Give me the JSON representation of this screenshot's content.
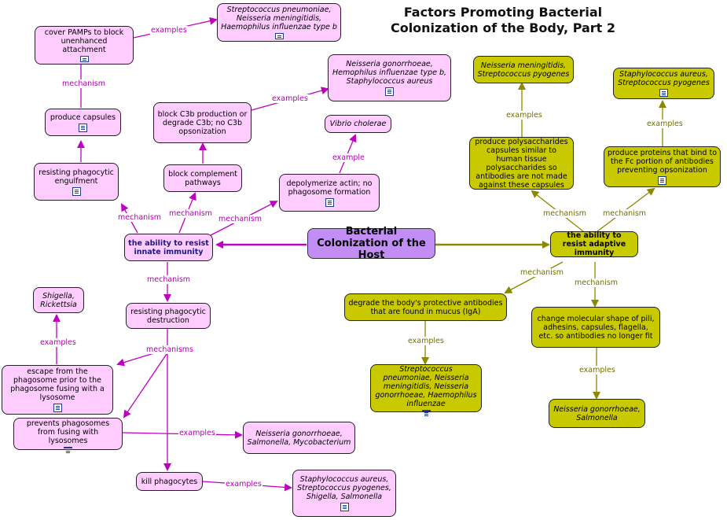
{
  "title": "Factors Promoting Bacterial Colonization of the Body, Part 2",
  "colors": {
    "pink_node": "#ffccff",
    "olive_node": "#c9c900",
    "central_node": "#c28ef5",
    "pink_link": "#c000c0",
    "olive_link": "#8a8a00"
  },
  "nodes": {
    "central": "Bacterial Colonization of the Host",
    "innate": "the ability to resist innate immunity",
    "adaptive": "the ability to resist adaptive immunity",
    "cover_pamps": "cover PAMPs to block unenhanced attachment",
    "strep_neis_haem": "Streptococcus pneumoniae, Neisseria meningitidis, Haemophilus influenzae type b",
    "produce_capsules": "produce capsules",
    "resist_engulf": "resisting phagocytic engulfment",
    "block_c3b": "block C3b production or degrade C3b; no C3b opsonization",
    "neis_gon_hemo": "Neisseria gonorrhoeae, Hemophilus influenzae type b, Staphylococcus aureus",
    "block_complement": "block complement pathways",
    "vibrio": "Vibrio cholerae",
    "depolymerize": "depolymerize actin; no phagosome formation",
    "resist_destruction": "resisting phagocytic destruction",
    "shigella_rick": "Shigella, Rickettsia",
    "escape_phago": "escape from the phagosome prior to the phagosome fusing with a lysosome",
    "prevent_fuse": "prevents phagosomes from fusing with lysosomes",
    "neis_salm_myco": "Neisseria gonorrhoeae, Salmonella, Mycobacterium",
    "kill_phago": "kill phagocytes",
    "staph_strep_shig": "Staphylococcus aureus, Streptococcus pyogenes, Shigella, Salmonella",
    "neis_men_strep": "Neisseria meningitidis, Streptococcus pyogenes",
    "produce_poly": "produce polysaccharides capsules similar to human tissue polysaccharides so antibodies are not made against these capsules",
    "staph_strep_pyo": "Staphylococcus aureus, Streptococcus pyogenes",
    "produce_proteins": "produce proteins that bind to the Fc portion of antibodies preventing opsonization",
    "degrade_iga": "degrade the body's protective antibodies that are found in mucus (IgA)",
    "strep_neis_list": "Streptococcus pneumoniae, Neisseria meningitidis, Neisseria gonorrhoeae, Haemophilus influenzae",
    "change_shape": "change molecular shape of pili, adhesins, capsules, flagella, etc. so antibodies no longer fit",
    "neis_salm": "Neisseria gonorrhoeae, Salmonella"
  },
  "link_labels": {
    "examples": "examples",
    "mechanism": "mechanism",
    "mechanisms": "mechanisms",
    "example": "example"
  }
}
